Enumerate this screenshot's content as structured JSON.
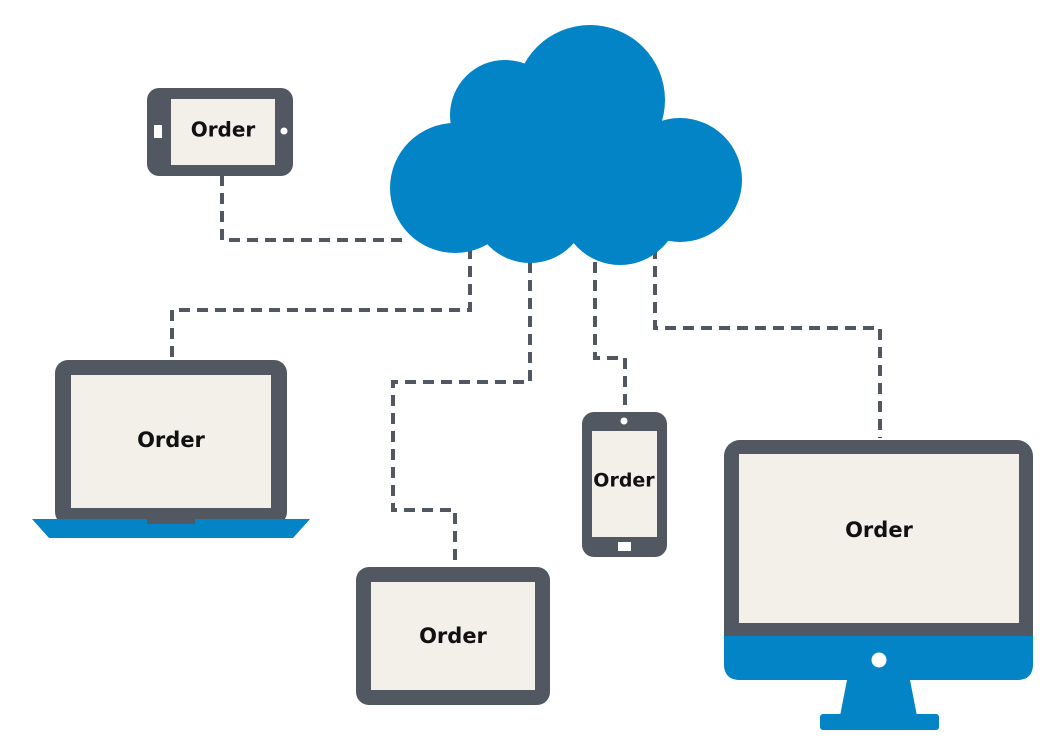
{
  "colors": {
    "cloud": "#0284c7",
    "device_frame": "#525861",
    "screen": "#f3f0ea",
    "accent": "#0284c7",
    "connector": "#525861",
    "text": "#111111"
  },
  "icons": {
    "cloud": "cloud-icon",
    "phone_landscape": "phone-icon",
    "laptop": "laptop-icon",
    "tablet": "tablet-icon",
    "phone_portrait": "smartphone-icon",
    "desktop": "desktop-monitor-icon"
  },
  "devices": {
    "phone_landscape": {
      "label": "Order"
    },
    "laptop": {
      "label": "Order"
    },
    "tablet": {
      "label": "Order"
    },
    "phone_portrait": {
      "label": "Order"
    },
    "desktop": {
      "label": "Order"
    }
  }
}
